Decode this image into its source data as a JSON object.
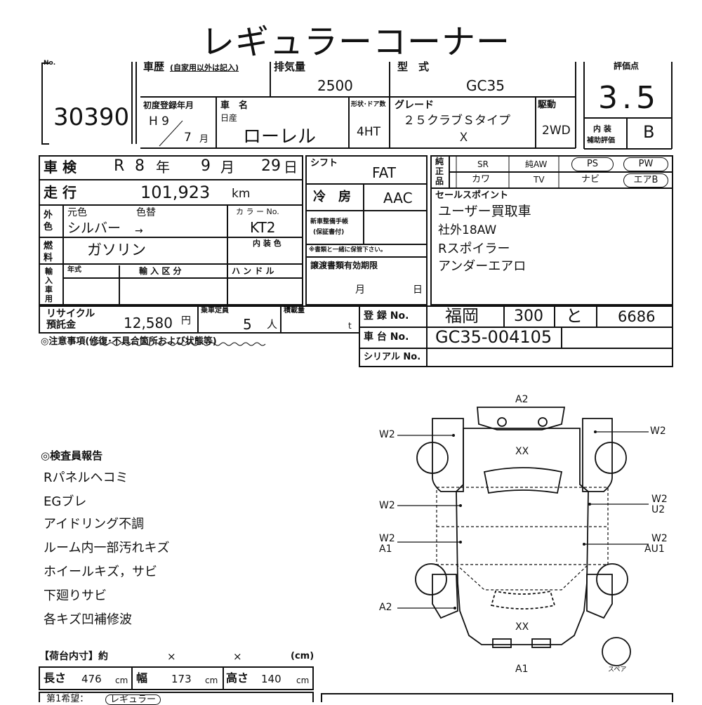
{
  "title": "レギュラーコーナー",
  "lot": {
    "no_label": "No.",
    "number": "30390"
  },
  "header": {
    "history_label": "車歴",
    "history_note": "(自家用以外は記入)",
    "displacement_label": "排気量",
    "displacement": "2500",
    "model_label": "型　式",
    "model": "GC35",
    "first_reg_label": "初度登録年月",
    "first_reg_year": "H 9",
    "first_reg_month": "7",
    "month_unit": "月",
    "name_label": "車　名",
    "maker": "日産",
    "car_name": "ローレル",
    "shape_label": "形状･ドア数",
    "shape": "4HT",
    "grade_label": "グレード",
    "grade_line1": "２５クラブＳタイプ",
    "grade_line2": "Ｘ",
    "drive_label": "駆動",
    "drive": "2WD"
  },
  "score": {
    "label": "評価点",
    "value": "3.5",
    "interior_label1": "内 装",
    "interior_label2": "補助評価",
    "interior": "B"
  },
  "inspection": {
    "label": "車 検",
    "era": "R",
    "year": "8",
    "year_unit": "年",
    "month": "9",
    "month_unit": "月",
    "day": "29",
    "day_unit": "日"
  },
  "mileage": {
    "label": "走 行",
    "value": "101,923",
    "unit": "km"
  },
  "color": {
    "side_label": "外色",
    "orig_label": "元色",
    "change_label": "色替",
    "orig_value": "シルバー",
    "arrow": "→",
    "code_label": "カ ラ ー No.",
    "code": "KT2"
  },
  "fuel": {
    "side_label": "燃料",
    "value": "ガソリン",
    "interior_color_label": "内 装 色"
  },
  "import": {
    "side_label": "輸入車用",
    "year_label": "年式",
    "class_label": "輸 入 区 分",
    "handle_label": "ハ ン ド ル"
  },
  "recycle": {
    "label1": "リサイクル",
    "label2": "預託金",
    "value": "12,580",
    "unit": "円"
  },
  "capacity": {
    "label": "乗車定員",
    "value": "5",
    "unit": "人"
  },
  "load": {
    "label": "積載量",
    "unit": "t"
  },
  "notice": "◎注意事項(修復･不具合箇所および状態等)",
  "shift": {
    "label": "シフト",
    "value": "FAT"
  },
  "aircon": {
    "label": "冷　房",
    "value": "AAC"
  },
  "warranty": {
    "label1": "新車整備手帳",
    "label2": "(保証書付)",
    "note": "※書類と一緒に保管下さい。"
  },
  "transfer": {
    "label": "譲渡書類有効期限",
    "month": "月",
    "day": "日"
  },
  "genuine": {
    "label": "純正品",
    "items_row1": [
      "SR",
      "純AW",
      "PS",
      "PW"
    ],
    "items_row2": [
      "カワ",
      "TV",
      "ナビ",
      "エアB"
    ]
  },
  "sales": {
    "label": "セールスポイント",
    "points": [
      "ユーザー買取車",
      "社外18AW",
      "Rスポイラー",
      "アンダーエアロ"
    ]
  },
  "registration": {
    "label": "登 録 No.",
    "region": "福岡",
    "class": "300",
    "kana": "と",
    "number": "6686"
  },
  "chassis": {
    "label": "車 台 No.",
    "value": "GC35-004105"
  },
  "serial": {
    "label": "シリアル No.",
    "value": ""
  },
  "report": {
    "title": "◎検査員報告",
    "items": [
      "Rパネルヘコミ",
      "EGブレ",
      "アイドリング不調",
      "ルーム内一部汚れキズ",
      "ホイールキズ，サビ",
      "下廻りサビ",
      "各キズ凹補修波"
    ]
  },
  "cargo": {
    "title": "【荷台内寸】約",
    "x1": "×",
    "x2": "×",
    "unit": "(cm)",
    "length_label": "長さ",
    "length": "476",
    "width_label": "幅",
    "width": "173",
    "height_label": "高さ",
    "height": "140",
    "cm": "cm"
  },
  "hope": {
    "label": "第1希望：",
    "value": "レギュラー"
  },
  "diagram": {
    "top": "A2",
    "front_center": "XX",
    "rear_center": "XX",
    "bottom": "A1",
    "left1": "W2",
    "left2": "W2",
    "left3a": "W2",
    "left3b": "A1",
    "left4": "A2",
    "right1": "W2",
    "right2a": "W2",
    "right2b": "U2",
    "right3a": "W2",
    "right3b": "AU1",
    "spare_label": "スペア"
  }
}
